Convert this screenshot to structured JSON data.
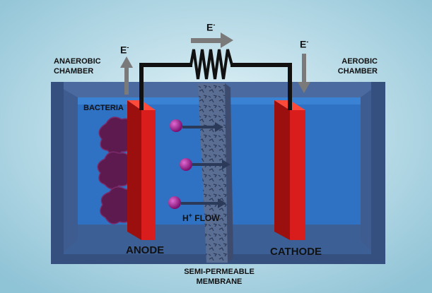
{
  "colors": {
    "background": "#b4dbe6",
    "water": "#2f6fbf",
    "tank_wall": "#3f5f93",
    "electrode": "#d91c1c",
    "wire": "#111111",
    "proton": "#9c1c8e",
    "bacteria": "#5c1a4f",
    "membrane": "#5a6d92"
  },
  "labels": {
    "anaerobic_line1": "ANAEROBIC",
    "anaerobic_line2": "CHAMBER",
    "aerobic_line1": "AEROBIC",
    "aerobic_line2": "CHAMBER",
    "bacteria": "BACTERIA",
    "anode": "ANODE",
    "cathode": "CATHODE",
    "h_flow_symbol": "H",
    "h_flow_charge": "+",
    "h_flow_text": " FLOW",
    "membrane_line1": "SEMI-PERMEABLE",
    "membrane_line2": "MEMBRANE",
    "electron": "e",
    "electron_charge": "-"
  },
  "icons": {
    "resistor": "resistor-icon",
    "proton": "proton-ball-icon",
    "flow_arrow": "arrow-right-icon"
  }
}
